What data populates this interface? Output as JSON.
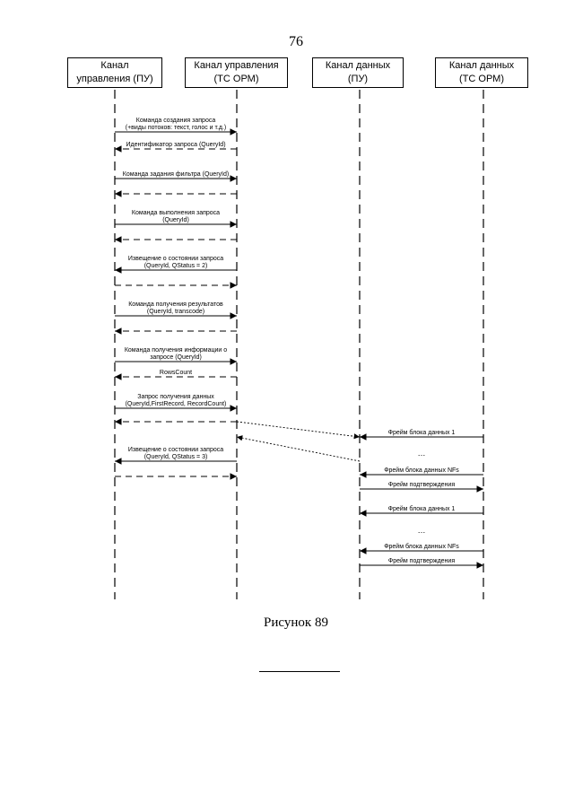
{
  "page_number": "76",
  "actors": [
    {
      "id": "pu-control",
      "line1": "Канал",
      "line2": "управления (ПУ)"
    },
    {
      "id": "ts-control",
      "line1": "Канал управления",
      "line2": "(ТС ОРМ)"
    },
    {
      "id": "pu-data",
      "line1": "Канал данных",
      "line2": "(ПУ)"
    },
    {
      "id": "ts-data",
      "line1": "Канал данных",
      "line2": "(ТС ОРМ)"
    }
  ],
  "messages": [
    {
      "from": "pu-control",
      "to": "ts-control",
      "style": "solid",
      "label": [
        "Команда создания запроса",
        "(+виды потоков: текст, голос и т.д.)"
      ]
    },
    {
      "from": "ts-control",
      "to": "pu-control",
      "style": "dashed",
      "label": [
        "Идентификатор запроса (QueryId)"
      ]
    },
    {
      "from": "pu-control",
      "to": "ts-control",
      "style": "solid",
      "label": [
        "Команда задания фильтра (QueryId)"
      ]
    },
    {
      "from": "ts-control",
      "to": "pu-control",
      "style": "dashed",
      "label": []
    },
    {
      "from": "pu-control",
      "to": "ts-control",
      "style": "solid",
      "label": [
        "Команда выполнения запроса",
        "(QueryId)"
      ]
    },
    {
      "from": "ts-control",
      "to": "pu-control",
      "style": "dashed",
      "label": []
    },
    {
      "from": "ts-control",
      "to": "pu-control",
      "style": "solid",
      "label": [
        "Извещение о состоянии запроса",
        "(QueryId, QStatus = 2)"
      ]
    },
    {
      "from": "pu-control",
      "to": "ts-control",
      "style": "dashed",
      "label": []
    },
    {
      "from": "pu-control",
      "to": "ts-control",
      "style": "solid",
      "label": [
        "Команда получения результатов",
        "(QueryId, transcode)"
      ]
    },
    {
      "from": "ts-control",
      "to": "pu-control",
      "style": "dashed",
      "label": []
    },
    {
      "from": "pu-control",
      "to": "ts-control",
      "style": "solid",
      "label": [
        "Команда получения информации о",
        "запросе (QueryId)"
      ]
    },
    {
      "from": "ts-control",
      "to": "pu-control",
      "style": "dashed",
      "label": [
        "RowsCount"
      ]
    },
    {
      "from": "pu-control",
      "to": "ts-control",
      "style": "solid",
      "label": [
        "Запрос получения данных",
        "(QueryId,FirstRecord, RecordCount)"
      ]
    },
    {
      "from": "ts-control",
      "to": "pu-control",
      "style": "dashed",
      "label": []
    },
    {
      "from": "ts-control",
      "to": "pu-control",
      "style": "solid",
      "label": [
        "Извещение о состоянии запроса",
        "(QueryId, QStatus = 3)"
      ]
    },
    {
      "from": "pu-control",
      "to": "ts-control",
      "style": "dashed",
      "label": []
    },
    {
      "from": "ts-data",
      "to": "pu-data",
      "style": "solid",
      "label": [
        "Фрейм блока данных 1"
      ]
    },
    {
      "from": "ts-data",
      "to": "pu-data",
      "style": "solid",
      "label": [
        "Фрейм блока данных NFs"
      ]
    },
    {
      "from": "pu-data",
      "to": "ts-data",
      "style": "solid",
      "label": [
        "Фрейм подтверждения"
      ]
    },
    {
      "from": "ts-data",
      "to": "pu-data",
      "style": "solid",
      "label": [
        "Фрейм блока данных 1"
      ]
    },
    {
      "from": "ts-data",
      "to": "pu-data",
      "style": "solid",
      "label": [
        "Фрейм блока данных NFs"
      ]
    },
    {
      "from": "pu-data",
      "to": "ts-data",
      "style": "solid",
      "label": [
        "Фрейм подтверждения"
      ]
    }
  ],
  "links": [
    {
      "from": "ts-control",
      "to": "pu-data",
      "style": "dotted"
    },
    {
      "from": "pu-data",
      "to": "ts-control",
      "style": "dotted"
    }
  ],
  "ellipsis": "…",
  "figure_caption": "Рисунок 89"
}
